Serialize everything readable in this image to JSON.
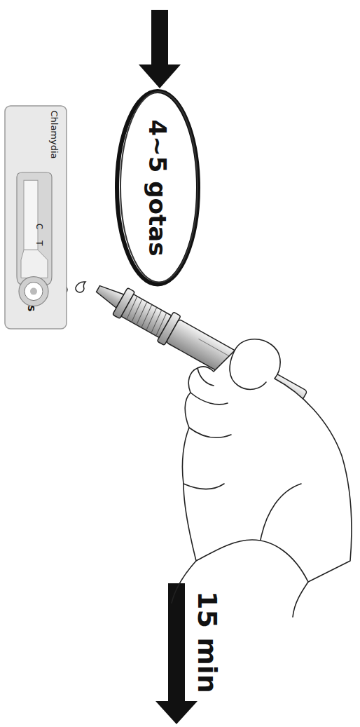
{
  "diagram": {
    "nodes": [
      {
        "text": [
          "4~5 gotas"
        ]
      },
      {
        "text": [
          "Chlamydia",
          "C",
          "T",
          "S"
        ]
      }
    ],
    "labels": [
      "15 min"
    ]
  }
}
